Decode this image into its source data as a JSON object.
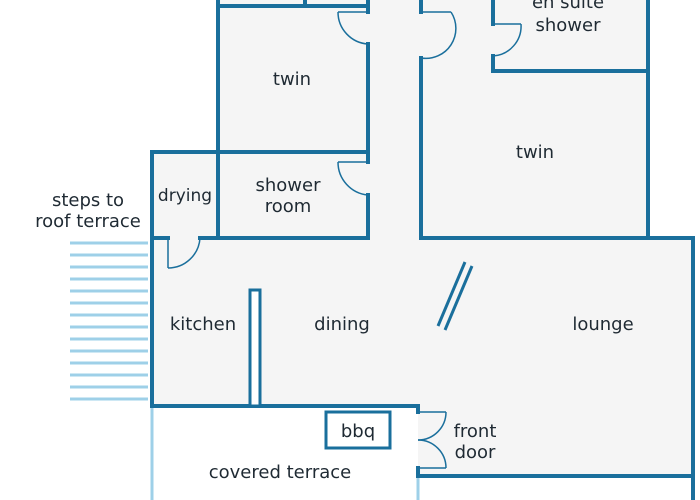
{
  "colors": {
    "wall": "#1a6f9c",
    "floor": "#f5f5f5",
    "light_wall": "#9ed0e8",
    "text": "#1f2a33"
  },
  "rooms": {
    "en_suite_line1": "en suite",
    "en_suite_line2": "shower",
    "twin_top": "twin",
    "twin_right": "twin",
    "drying": "drying",
    "shower_room_line1": "shower",
    "shower_room_line2": "room",
    "kitchen": "kitchen",
    "dining": "dining",
    "lounge": "lounge",
    "bbq": "bbq",
    "covered_terrace": "covered terrace",
    "front_door_line1": "front",
    "front_door_line2": "door",
    "steps_line1": "steps to",
    "steps_line2": "roof terrace"
  }
}
